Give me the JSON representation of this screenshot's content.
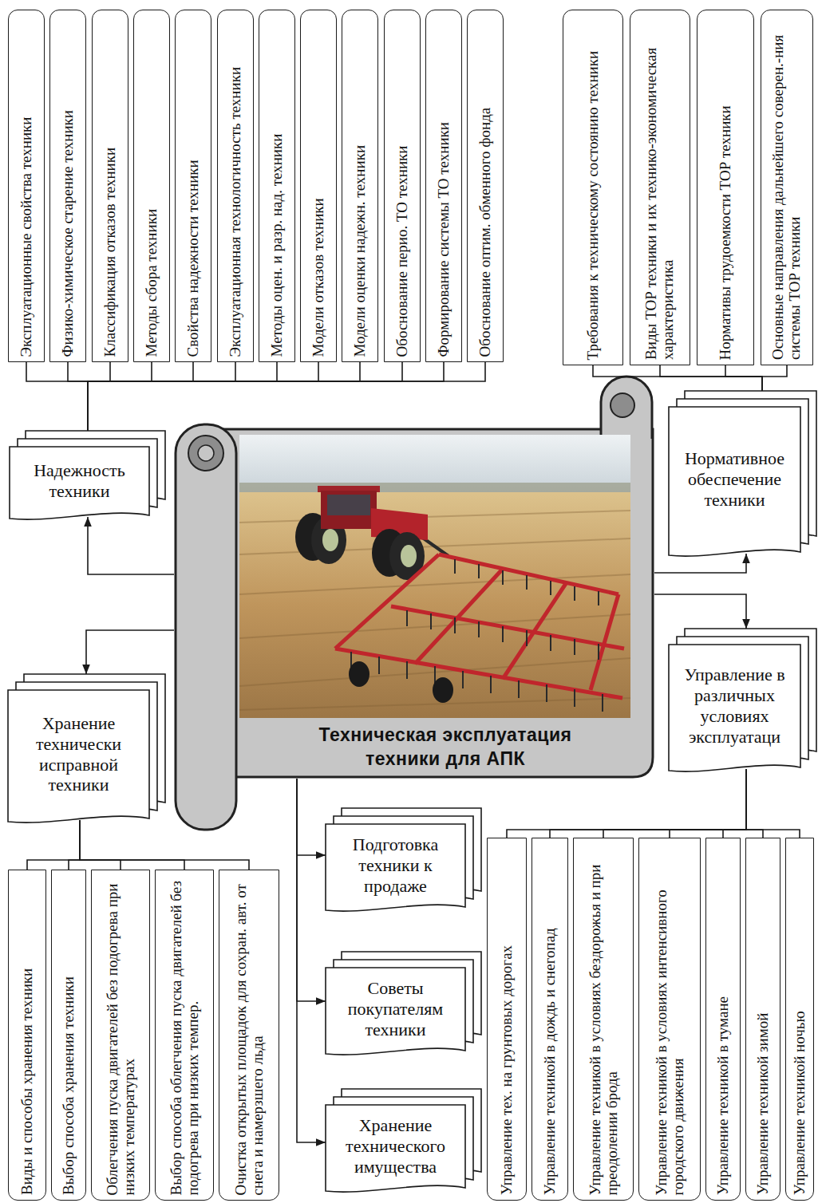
{
  "diagram": {
    "nodes": [
      {
        "text": [
          "Техническая эксплуатация техники для АПК"
        ]
      },
      {
        "text": [
          "Надежность техники"
        ]
      },
      {
        "text": [
          "Эксплуатационные свойства техники"
        ]
      },
      {
        "text": [
          "Физико-химическое старение техники"
        ]
      },
      {
        "text": [
          "Классификация отказов техники"
        ]
      },
      {
        "text": [
          "Методы сбора техники"
        ]
      },
      {
        "text": [
          "Свойства надежности техники"
        ]
      },
      {
        "text": [
          "Эксплуатационная технологичность техники"
        ]
      },
      {
        "text": [
          "Методы оцен. и разр. над. техники"
        ]
      },
      {
        "text": [
          "Модели отказов техники"
        ]
      },
      {
        "text": [
          "Модели оценки надежн. техники"
        ]
      },
      {
        "text": [
          "Обоснование перио. ТО техники"
        ]
      },
      {
        "text": [
          "Формирование системы ТО техники"
        ]
      },
      {
        "text": [
          "Обоснование оптим. обменного фонда"
        ]
      },
      {
        "text": [
          "Нормативное обеспечение техники"
        ]
      },
      {
        "text": [
          "Требования к техническому состоянию техники"
        ]
      },
      {
        "text": [
          "Виды ТОР техники и их технико-экономическая характеристика"
        ]
      },
      {
        "text": [
          "Нормативы трудоемкости ТОР техники"
        ]
      },
      {
        "text": [
          "Основные направления дальнейшего соверен.-ния системы ТОР техники"
        ]
      },
      {
        "text": [
          "Хранение технически исправной техники"
        ]
      },
      {
        "text": [
          "Виды и способы хранения техники"
        ]
      },
      {
        "text": [
          "Выбор способа хранения техники"
        ]
      },
      {
        "text": [
          "Облегчения пуска двигателей без подогрева при низких температурах"
        ]
      },
      {
        "text": [
          "Выбор способа облегчения пуска двигателей без подогрева при низких темпер."
        ]
      },
      {
        "text": [
          "Очистка открытых площадок для сохран. авт. от снега и намерзшего льда"
        ]
      },
      {
        "text": [
          "Управление в различных условиях эксплуатаци"
        ]
      },
      {
        "text": [
          "Управление тех. на грунтовых дорогах"
        ]
      },
      {
        "text": [
          "Управление техникой в дождь и снегопад"
        ]
      },
      {
        "text": [
          "Управление техникой в условиях бездорожья и при преодолении брода"
        ]
      },
      {
        "text": [
          "Управление техникой в условиях интенсивного городского движения"
        ]
      },
      {
        "text": [
          "Управление техникой в тумане"
        ]
      },
      {
        "text": [
          "Управление техникой зимой"
        ]
      },
      {
        "text": [
          "Управление техникой ночью"
        ]
      },
      {
        "text": [
          "Подготовка техники к продаже"
        ]
      },
      {
        "text": [
          "Советы покупателям техники"
        ]
      },
      {
        "text": [
          "Хранение технического имущества"
        ]
      }
    ],
    "edges": [
      {
        "from": 0,
        "to": 1,
        "arrow": "to"
      },
      {
        "from": 0,
        "to": 14,
        "arrow": "to"
      },
      {
        "from": 0,
        "to": 25,
        "arrow": "to"
      },
      {
        "from": 0,
        "to": 19,
        "arrow": "to"
      },
      {
        "from": 0,
        "to": 33,
        "arrow": "to"
      },
      {
        "from": 0,
        "to": 34,
        "arrow": "to"
      },
      {
        "from": 0,
        "to": 35,
        "arrow": "to"
      },
      {
        "from": 1,
        "to": 2,
        "arrow": "none"
      },
      {
        "from": 1,
        "to": 3,
        "arrow": "none"
      },
      {
        "from": 1,
        "to": 4,
        "arrow": "none"
      },
      {
        "from": 1,
        "to": 5,
        "arrow": "none"
      },
      {
        "from": 1,
        "to": 6,
        "arrow": "none"
      },
      {
        "from": 1,
        "to": 7,
        "arrow": "none"
      },
      {
        "from": 1,
        "to": 8,
        "arrow": "none"
      },
      {
        "from": 1,
        "to": 9,
        "arrow": "none"
      },
      {
        "from": 1,
        "to": 10,
        "arrow": "none"
      },
      {
        "from": 1,
        "to": 11,
        "arrow": "none"
      },
      {
        "from": 1,
        "to": 12,
        "arrow": "none"
      },
      {
        "from": 1,
        "to": 13,
        "arrow": "none"
      },
      {
        "from": 14,
        "to": 15,
        "arrow": "none"
      },
      {
        "from": 14,
        "to": 16,
        "arrow": "none"
      },
      {
        "from": 14,
        "to": 17,
        "arrow": "none"
      },
      {
        "from": 14,
        "to": 18,
        "arrow": "none"
      },
      {
        "from": 19,
        "to": 20,
        "arrow": "none"
      },
      {
        "from": 19,
        "to": 21,
        "arrow": "none"
      },
      {
        "from": 19,
        "to": 22,
        "arrow": "none"
      },
      {
        "from": 19,
        "to": 23,
        "arrow": "none"
      },
      {
        "from": 19,
        "to": 24,
        "arrow": "none"
      },
      {
        "from": 25,
        "to": 26,
        "arrow": "none"
      },
      {
        "from": 25,
        "to": 27,
        "arrow": "none"
      },
      {
        "from": 25,
        "to": 28,
        "arrow": "none"
      },
      {
        "from": 25,
        "to": 29,
        "arrow": "none"
      },
      {
        "from": 25,
        "to": 30,
        "arrow": "none"
      },
      {
        "from": 25,
        "to": 31,
        "arrow": "none"
      },
      {
        "from": 25,
        "to": 32,
        "arrow": "none"
      }
    ]
  }
}
